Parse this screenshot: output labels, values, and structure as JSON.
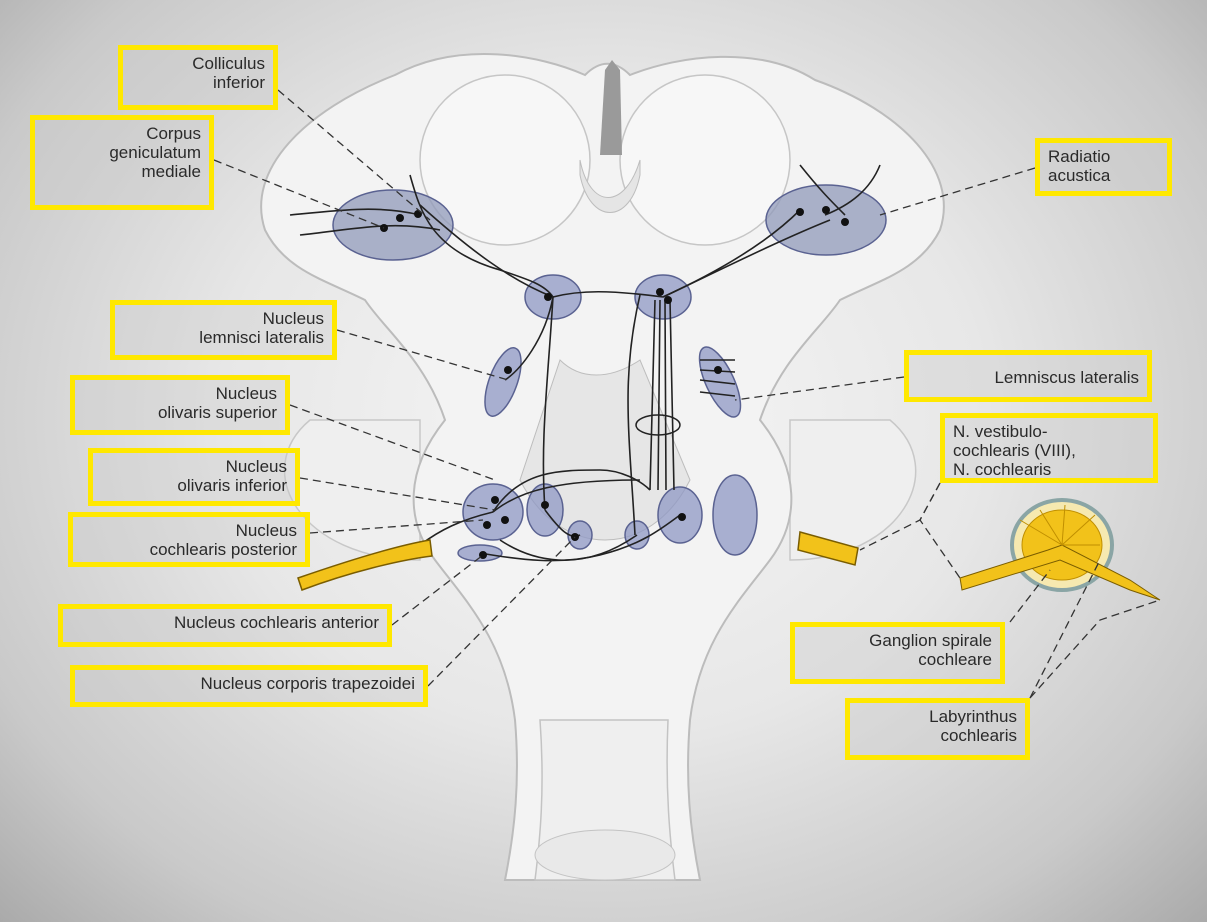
{
  "labels": {
    "colliculus_inferior": "Colliculus\ninferior",
    "corpus_geniculatum_mediale": "Corpus\ngeniculatum\nmediale",
    "radiatio_acustica": "Radiatio\nacustica",
    "nucleus_lemnisci_lateralis": "Nucleus\nlemnisci lateralis",
    "lemniscus_lateralis": "Lemniscus lateralis",
    "nucleus_olivaris_superior": "Nucleus\nolivaris superior",
    "n_vestibulocochlearis": "N. vestibulo-\ncochlearis (VIII),\nN. cochlearis",
    "nucleus_olivaris_inferior": "Nucleus\nolivaris inferior",
    "nucleus_cochlearis_posterior": "Nucleus\ncochlearis posterior",
    "nucleus_cochlearis_anterior": "Nucleus cochlearis anterior",
    "nucleus_corporis_trapezoidei": "Nucleus corporis trapezoidei",
    "ganglion_spirale_cochleare": "Ganglion spirale\ncochleare",
    "labyrinthus_cochlearis": "Labyrinthus\ncochlearis"
  },
  "colors": {
    "label_border": "#ffe800",
    "nucleus_fill": "#8f98c4",
    "nerve_fill": "#f2c21a",
    "brainstem": "#f1f1f1",
    "outline": "#bdbdbd"
  }
}
